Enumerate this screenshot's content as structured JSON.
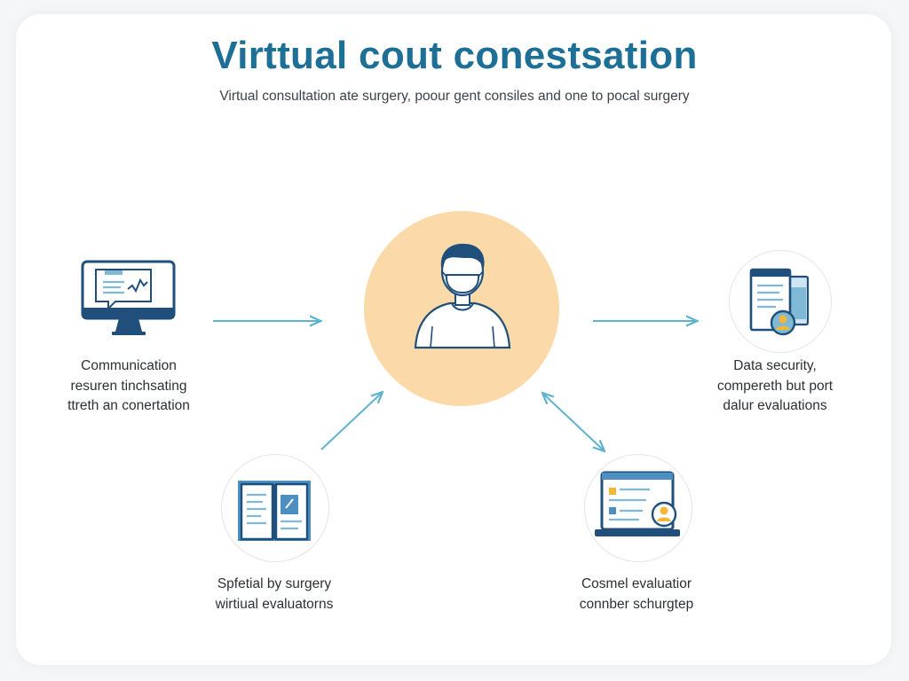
{
  "header": {
    "title": "Virttual cout conestsation",
    "subtitle": "Virtual consultation ate surgery, poour gent consiles and one to pocal surgery"
  },
  "nodes": {
    "communication": {
      "icon": "monitor-chart-icon",
      "lines": [
        "Communication",
        "resuren tinchsating",
        "ttreth an conertation"
      ]
    },
    "data_security": {
      "icon": "documents-badge-icon",
      "lines": [
        "Data security,",
        "compereth but port",
        "dalur evaluations"
      ]
    },
    "spfetial": {
      "icon": "open-book-icon",
      "lines": [
        "Spfetial by surgery",
        "wirtiual evaluatorns"
      ]
    },
    "cosmel": {
      "icon": "laptop-profile-icon",
      "lines": [
        "Cosmel evaluatior",
        "connber schurgtep"
      ]
    },
    "center": {
      "icon": "patient-mask-icon"
    }
  },
  "colors": {
    "title": "#1e6f95",
    "arrow": "#5fb3cf",
    "center_fill": "#fbd9a8",
    "icon_navy": "#1f4f7a",
    "icon_light": "#7fb9d6"
  }
}
